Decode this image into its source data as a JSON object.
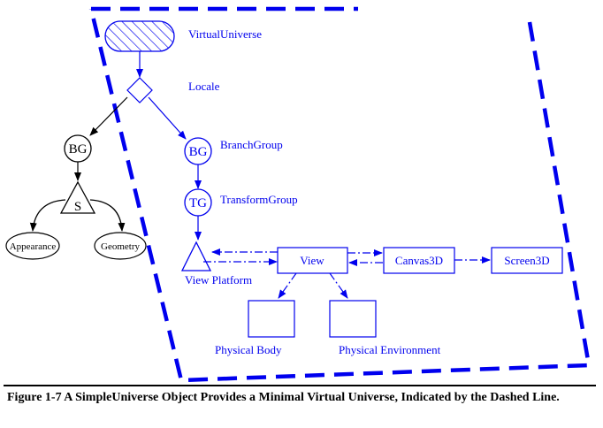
{
  "colors": {
    "accent": "#0000ee",
    "ink": "#000000",
    "background": "#ffffff"
  },
  "labels": {
    "virtual_universe": "VirtualUniverse",
    "locale": "Locale",
    "branch_group": "BranchGroup",
    "transform_group": "TransformGroup",
    "view_platform": "View Platform",
    "physical_body": "Physical Body",
    "physical_environment": "Physical Environment"
  },
  "nodes": {
    "bg_left": "BG",
    "shape": "S",
    "appearance": "Appearance",
    "geometry": "Geometry",
    "bg_right": "BG",
    "tg": "TG",
    "view": "View",
    "canvas3d": "Canvas3D",
    "screen3d": "Screen3D"
  },
  "caption": "Figure 1-7 A SimpleUniverse Object Provides a Minimal Virtual Universe, Indicated by the Dashed Line."
}
